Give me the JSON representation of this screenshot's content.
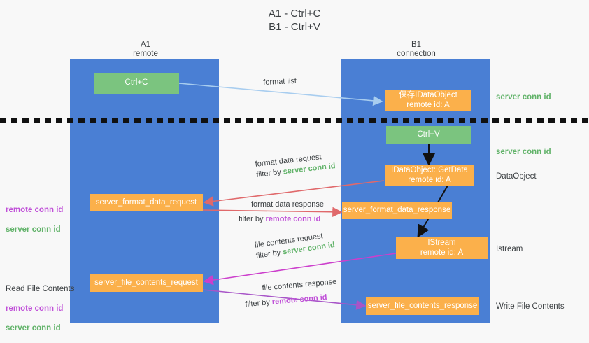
{
  "title": "A1 - Ctrl+C\nB1 - Ctrl+V",
  "columns": {
    "left": {
      "name": "A1",
      "role": "remote",
      "header": "A1\nremote"
    },
    "right": {
      "name": "B1",
      "role": "connection",
      "header": "B1\nconnection"
    }
  },
  "nodes": {
    "ctrl_c": "Ctrl+C",
    "ctrl_v": "Ctrl+V",
    "save_idataobject": "保存IDataObject\nremote id: A",
    "getdata": "IDataObject::GetData\nremote id: A",
    "istream": "IStream\nremote id: A",
    "server_format_data_request": "server_format_data_request",
    "server_format_data_response": "server_format_data_response",
    "server_file_contents_request": "server_file_contents_request",
    "server_file_contents_response": "server_file_contents_response"
  },
  "annotations": {
    "server_conn_id_1": "server conn id",
    "server_conn_id_2": "server conn id",
    "dataobject": "DataObject",
    "istream_label": "Istream",
    "write_file_contents": "Write File Contents",
    "read_file_contents": "Read File Contents",
    "remote_conn_id": "remote conn id",
    "server_conn_id": "server conn id"
  },
  "arrow_labels": {
    "format_list": "format list",
    "format_data_request": "format data request",
    "format_data_request_filter_prefix": "filter by ",
    "format_data_request_filter_value": "server conn id",
    "format_data_response": "format data response",
    "format_data_response_filter_prefix": "filter by ",
    "format_data_response_filter_value": "remote conn id",
    "file_contents_request": "file contents request",
    "file_contents_request_filter_prefix": "filter by ",
    "file_contents_request_filter_value": "server conn id",
    "file_contents_response": "file contents response",
    "file_contents_response_filter_prefix": "filter by ",
    "file_contents_response_filter_value": "remote conn id"
  },
  "colors": {
    "lane": "#4a7fd4",
    "green_node": "#7bc47f",
    "orange_node": "#fbb04b",
    "green_text": "#62b36a",
    "magenta_text": "#c050d8",
    "light_blue_arrow": "#a8cdef",
    "red_arrow": "#e0696b",
    "magenta_arrow": "#cc3fcc",
    "purple_arrow": "#a855c8",
    "black_arrow": "#111111"
  }
}
